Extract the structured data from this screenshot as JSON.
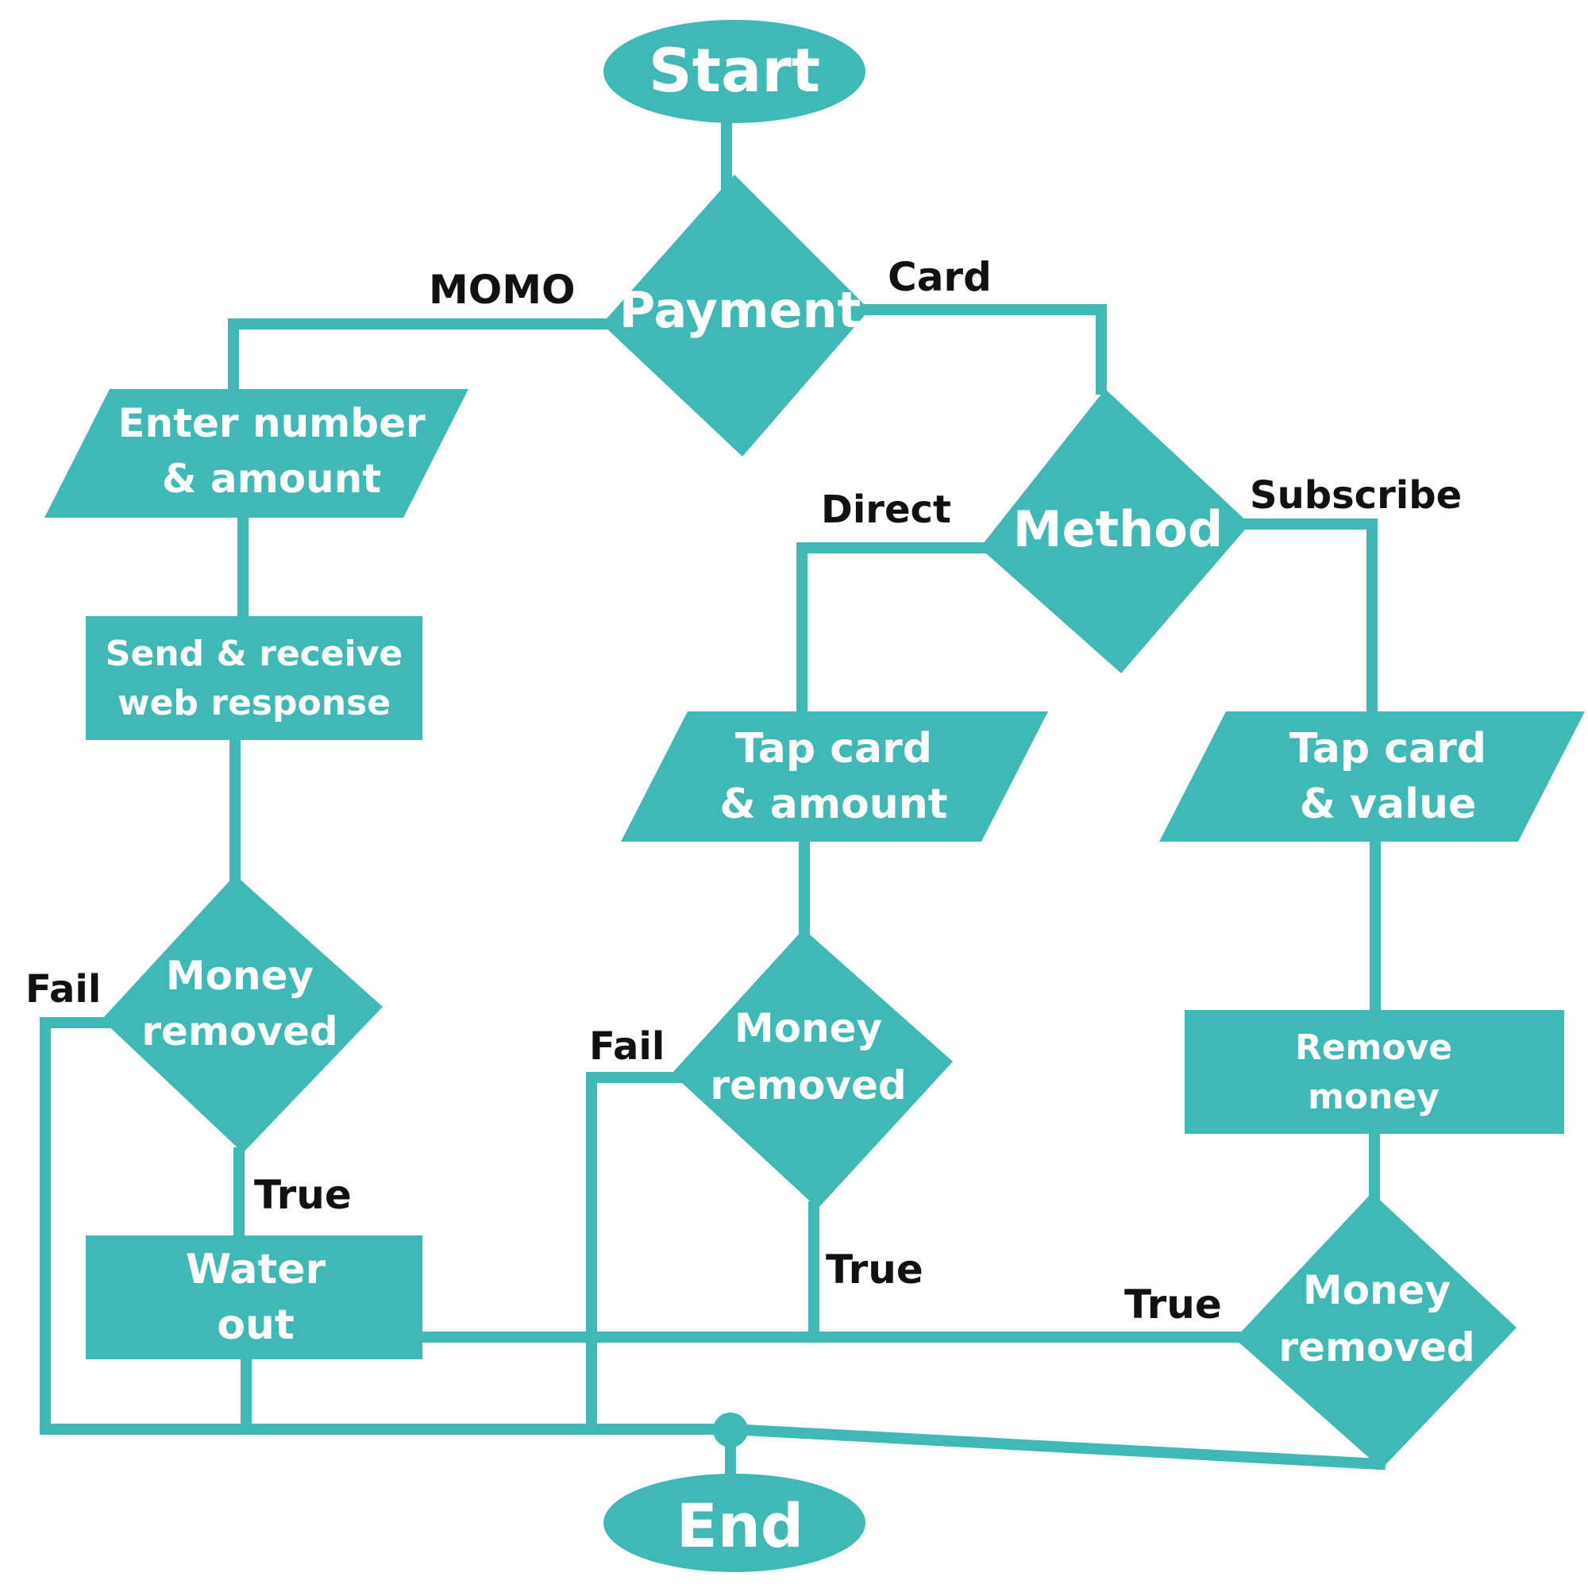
{
  "colors": {
    "shape_fill": "#40b8b5",
    "line": "#40b8b5",
    "node_text": "#ffffff",
    "label_text": "#111111"
  },
  "nodes": {
    "start": "Start",
    "payment": "Payment",
    "enter_number": [
      "Enter number",
      "& amount"
    ],
    "send_receive": [
      "Send & receive",
      "web response"
    ],
    "money_removed_momo": [
      "Money",
      "removed"
    ],
    "water_out": [
      "Water",
      "out"
    ],
    "method": "Method",
    "tap_card_amount": [
      "Tap card",
      "& amount"
    ],
    "money_removed_direct": [
      "Money",
      "removed"
    ],
    "tap_card_value": [
      "Tap card",
      "& value"
    ],
    "remove_money": [
      "Remove",
      "money"
    ],
    "money_removed_subscribe": [
      "Money",
      "removed"
    ],
    "end": "End"
  },
  "edge_labels": {
    "momo": "MOMO",
    "card": "Card",
    "direct": "Direct",
    "subscribe": "Subscribe",
    "fail_momo": "Fail",
    "true_momo": "True",
    "fail_direct": "Fail",
    "true_direct": "True",
    "true_subscribe": "True"
  }
}
